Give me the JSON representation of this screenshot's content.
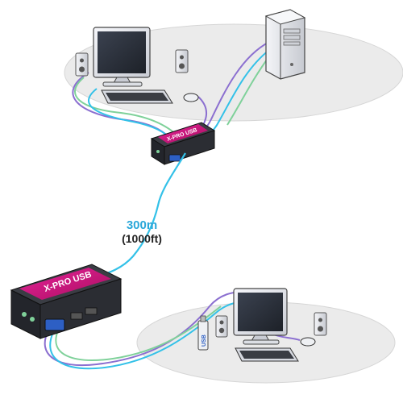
{
  "diagram": {
    "distance_metric": "300m",
    "distance_imperial": "(1000ft)",
    "extender_brand": "X-PRO USB",
    "usb_label": "USB"
  },
  "colors": {
    "ellipse": "#ebebeb",
    "ellipse_edge": "#d2d2d2",
    "device_body": "#2b2d33",
    "device_accent": "#d1127a",
    "cable_cyan": "#33c1e8",
    "cable_purple": "#8b6fd0",
    "cable_green": "#7fd19a",
    "label_blue": "#2aa7d9"
  }
}
